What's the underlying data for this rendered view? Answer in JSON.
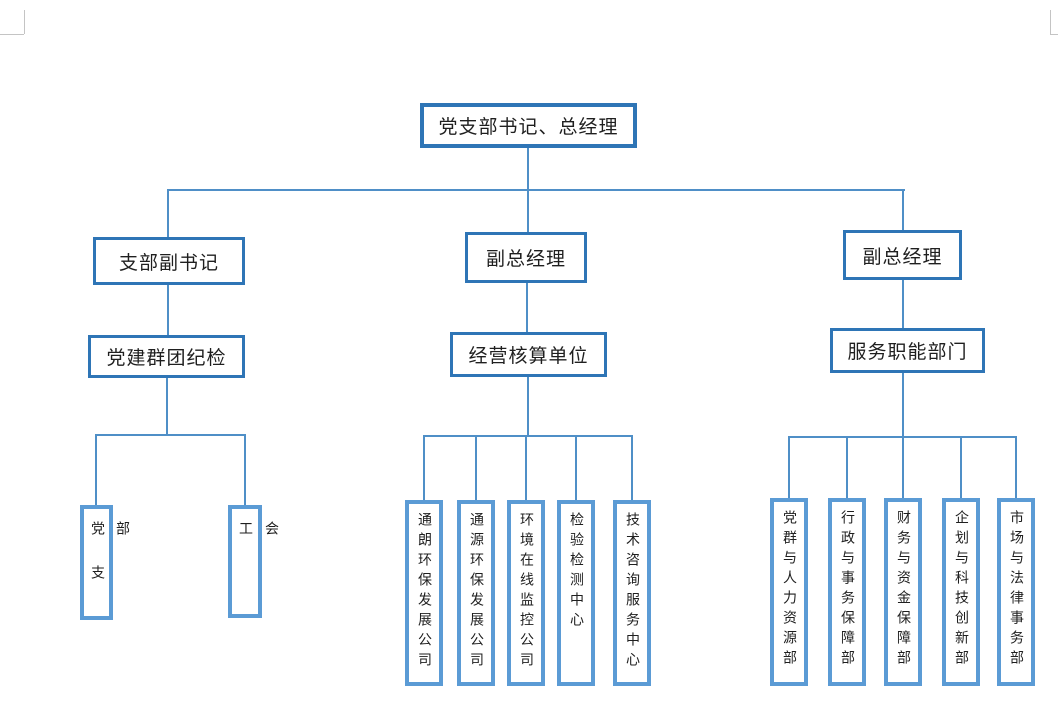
{
  "colors": {
    "box_border_dark": "#2e75b6",
    "box_border_light": "#5b9bd5",
    "connector_line": "#4f8fc7",
    "text": "#1f1f1f",
    "page_mark": "#c4c4c4",
    "background": "#ffffff"
  },
  "org_chart": {
    "root": {
      "label": "党支部书记、总经理"
    },
    "branches": [
      {
        "manager": "支部副书记",
        "division": "党建群团纪检",
        "departments": [
          "党支部",
          "工会"
        ]
      },
      {
        "manager": "副总经理",
        "division": "经营核算单位",
        "departments": [
          "通朗环保发展公司",
          "通源环保发展公司",
          "环境在线监控公司",
          "检验检测中心",
          "技术咨询服务中心"
        ]
      },
      {
        "manager": "副总经理",
        "division": "服务职能部门",
        "departments": [
          "党群与人力资源部",
          "行政与事务保障部",
          "财务与资金保障部",
          "企划与科技创新部",
          "市场与法律事务部"
        ]
      }
    ]
  }
}
